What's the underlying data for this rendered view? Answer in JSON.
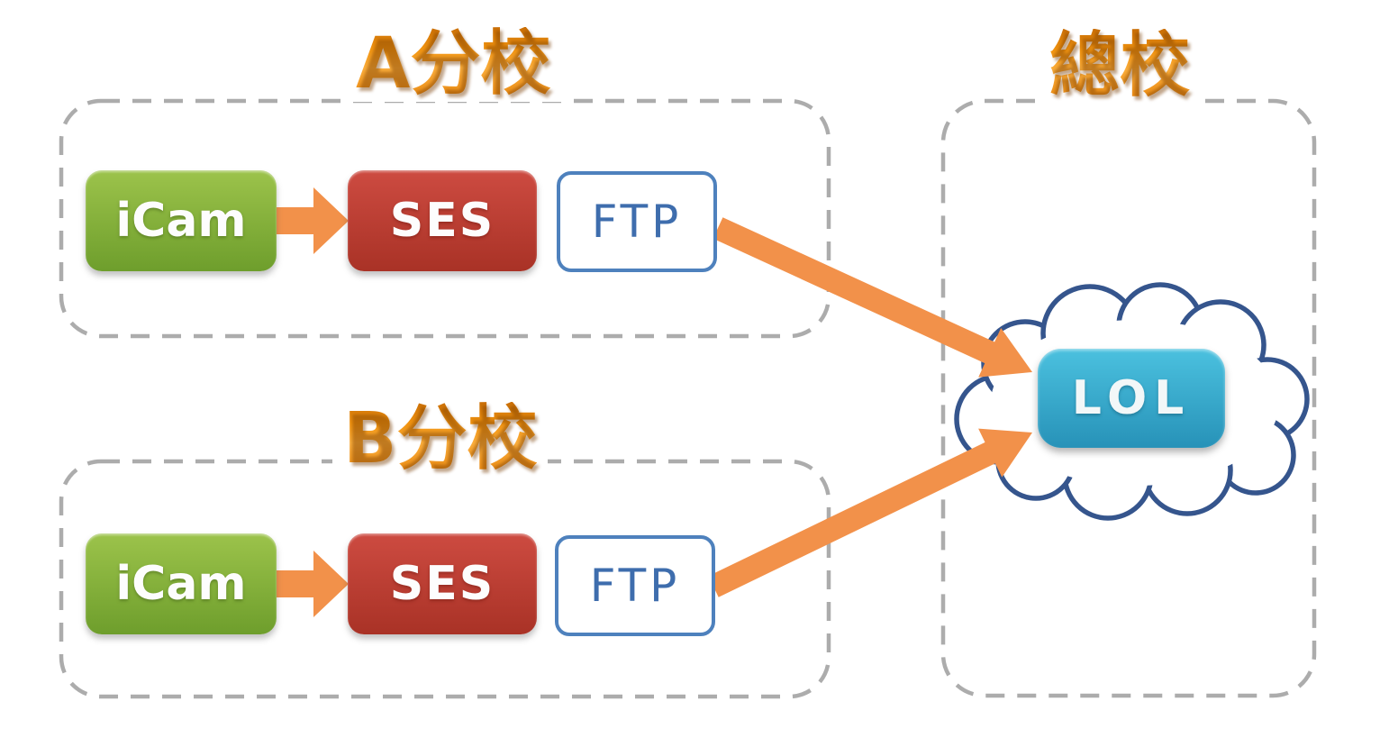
{
  "diagram": {
    "groups": [
      {
        "id": "branch-a",
        "title": "A分校"
      },
      {
        "id": "branch-b",
        "title": "B分校"
      },
      {
        "id": "headquarters",
        "title": "總校"
      }
    ],
    "nodes": {
      "icam_a": {
        "label": "iCam"
      },
      "ses_a": {
        "label": "SES"
      },
      "ftp_a": {
        "label": "FTP"
      },
      "icam_b": {
        "label": "iCam"
      },
      "ses_b": {
        "label": "SES"
      },
      "ftp_b": {
        "label": "FTP"
      },
      "lol": {
        "label": "LOL"
      }
    },
    "connections": [
      {
        "from": "iCam (A分校)",
        "to": "SES (A分校)"
      },
      {
        "from": "iCam (B分校)",
        "to": "SES (B分校)"
      },
      {
        "from": "FTP (A分校)",
        "to": "LOL (總校)"
      },
      {
        "from": "FTP (B分校)",
        "to": "LOL (總校)"
      }
    ],
    "colors": {
      "title-orange": "#E5820D",
      "arrow-orange": "#F2914A",
      "icam-green-top": "#9CC34B",
      "icam-green-bottom": "#6E9E2C",
      "ses-red-top": "#CD4B41",
      "ses-red-bottom": "#A93226",
      "ftp-border-blue": "#4E81BD",
      "ftp-text-blue": "#3E6DAD",
      "lol-teal-top": "#4BC1DF",
      "lol-teal-bottom": "#2792B8",
      "cloud-outline-navy": "#35558D",
      "dashed-border-gray": "#ACACAC",
      "node-text-white": "#FDFDFD"
    }
  }
}
